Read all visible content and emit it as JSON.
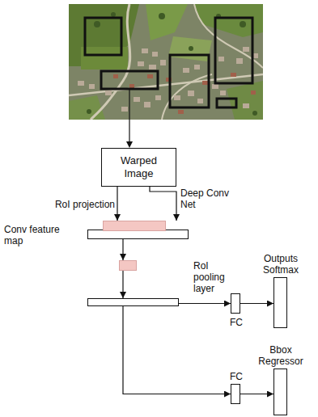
{
  "diagram": {
    "nodes": [
      {
        "text": [
          "Warped Image"
        ]
      },
      {
        "text": [
          "Conv feature map"
        ]
      },
      {
        "text": [
          "RoI pooling layer"
        ]
      },
      {
        "text": [
          "FC"
        ]
      },
      {
        "text": [
          "Outputs Softmax"
        ]
      },
      {
        "text": [
          "FC"
        ]
      },
      {
        "text": [
          "Bbox Regressor"
        ]
      }
    ],
    "edges": [
      {
        "from": 0,
        "to": 1,
        "label": "RoI projection",
        "arrow": "to"
      },
      {
        "from": 0,
        "to": 1,
        "label": "Deep Conv Net",
        "arrow": "to"
      },
      {
        "from": 1,
        "to": 2,
        "arrow": "to"
      },
      {
        "from": 2,
        "to": 3,
        "arrow": "to"
      },
      {
        "from": 3,
        "to": 4,
        "arrow": "to"
      },
      {
        "from": 2,
        "to": 5,
        "arrow": "to"
      },
      {
        "from": 5,
        "to": 6,
        "arrow": "to"
      }
    ]
  }
}
